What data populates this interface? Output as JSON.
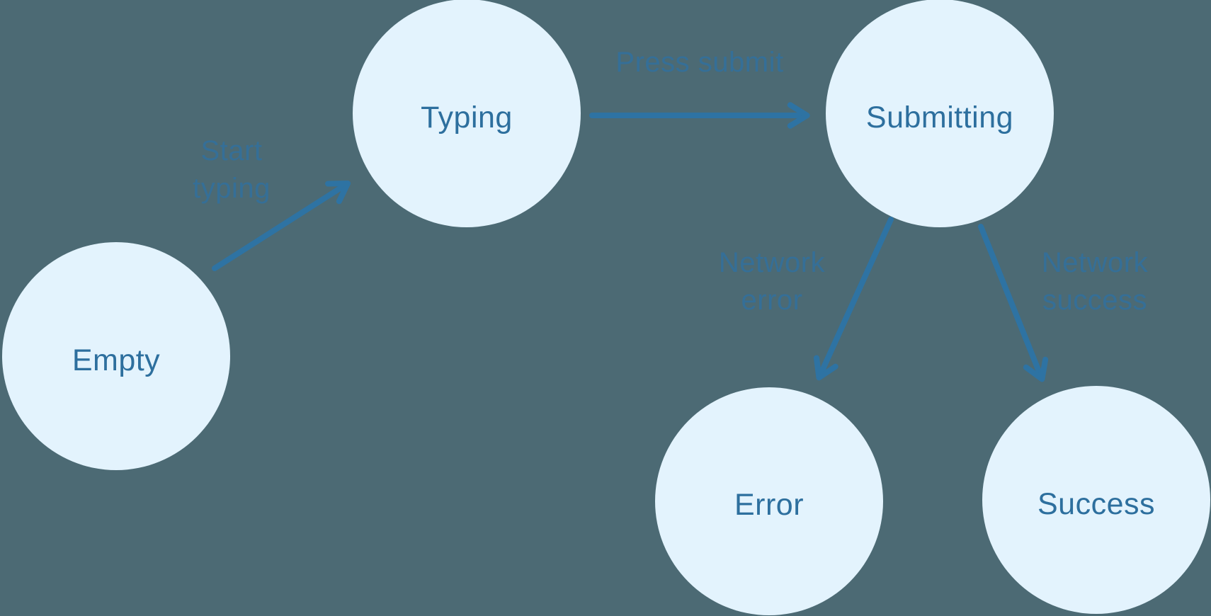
{
  "nodes": [
    {
      "id": "empty",
      "label": "Empty"
    },
    {
      "id": "typing",
      "label": "Typing"
    },
    {
      "id": "submitting",
      "label": "Submitting"
    },
    {
      "id": "error",
      "label": "Error"
    },
    {
      "id": "success",
      "label": "Success"
    }
  ],
  "edges": [
    {
      "from": "empty",
      "to": "typing",
      "label": "Start typing",
      "label_lines": [
        "Start",
        "typing"
      ]
    },
    {
      "from": "typing",
      "to": "submitting",
      "label": "Press submit",
      "label_lines": [
        "Press submit"
      ]
    },
    {
      "from": "submitting",
      "to": "error",
      "label": "Network error",
      "label_lines": [
        "Network",
        "error"
      ]
    },
    {
      "from": "submitting",
      "to": "success",
      "label": "Network success",
      "label_lines": [
        "Network",
        "success"
      ]
    }
  ],
  "colors": {
    "background": "#4C6A74",
    "node_fill": "#E3F3FD",
    "node_text": "#2D6F9E",
    "arrow": "#2E73A3",
    "edge_label": "#31709F"
  }
}
